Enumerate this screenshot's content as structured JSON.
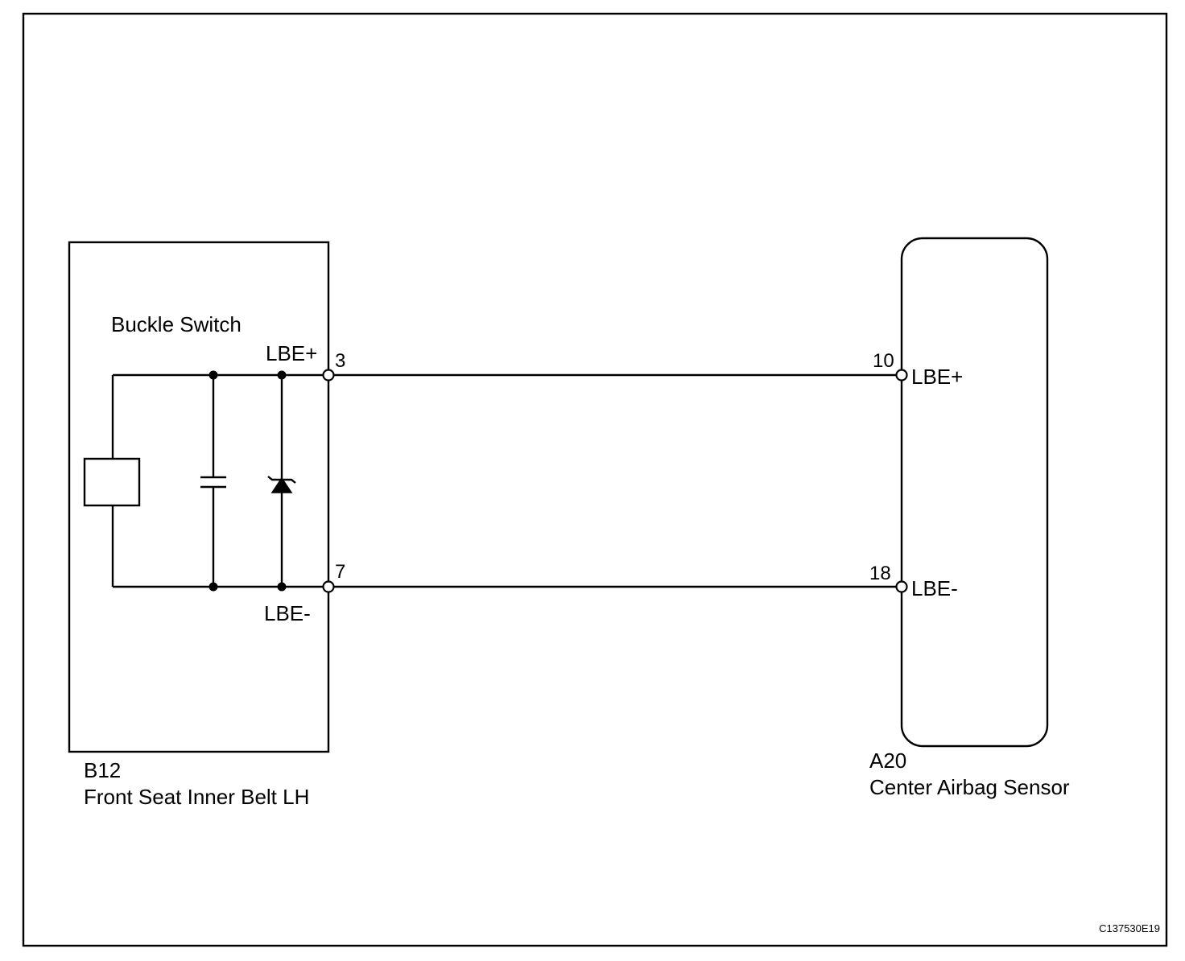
{
  "left_component": {
    "id": "B12",
    "name": "Front Seat Inner Belt LH",
    "inner_label": "Buckle Switch",
    "terminals": [
      {
        "pin": "3",
        "signal": "LBE+"
      },
      {
        "pin": "7",
        "signal": "LBE-"
      }
    ]
  },
  "right_component": {
    "id": "A20",
    "name": "Center Airbag Sensor",
    "terminals": [
      {
        "pin": "10",
        "signal": "LBE+"
      },
      {
        "pin": "18",
        "signal": "LBE-"
      }
    ]
  },
  "figure_code": "C137530E19"
}
